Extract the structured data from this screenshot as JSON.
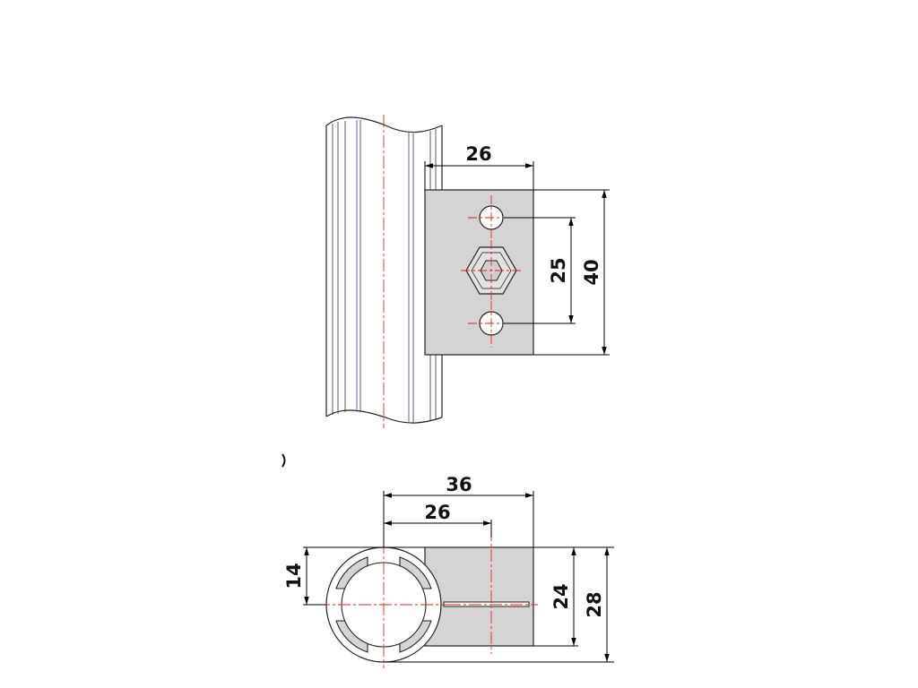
{
  "drawing": {
    "colors": {
      "plate_fill": "#d4d4d4",
      "outline": "#222222",
      "centerline": "#ee2222",
      "profile_line": "#8a55b0"
    },
    "front_view": {
      "dim_width": "26",
      "dim_hole_spacing": "25",
      "dim_height": "40"
    },
    "section_view": {
      "dim_overall": "36",
      "dim_to_hole": "26",
      "dim_center_height": "14",
      "dim_block_height": "24",
      "dim_total_height": "28"
    }
  }
}
